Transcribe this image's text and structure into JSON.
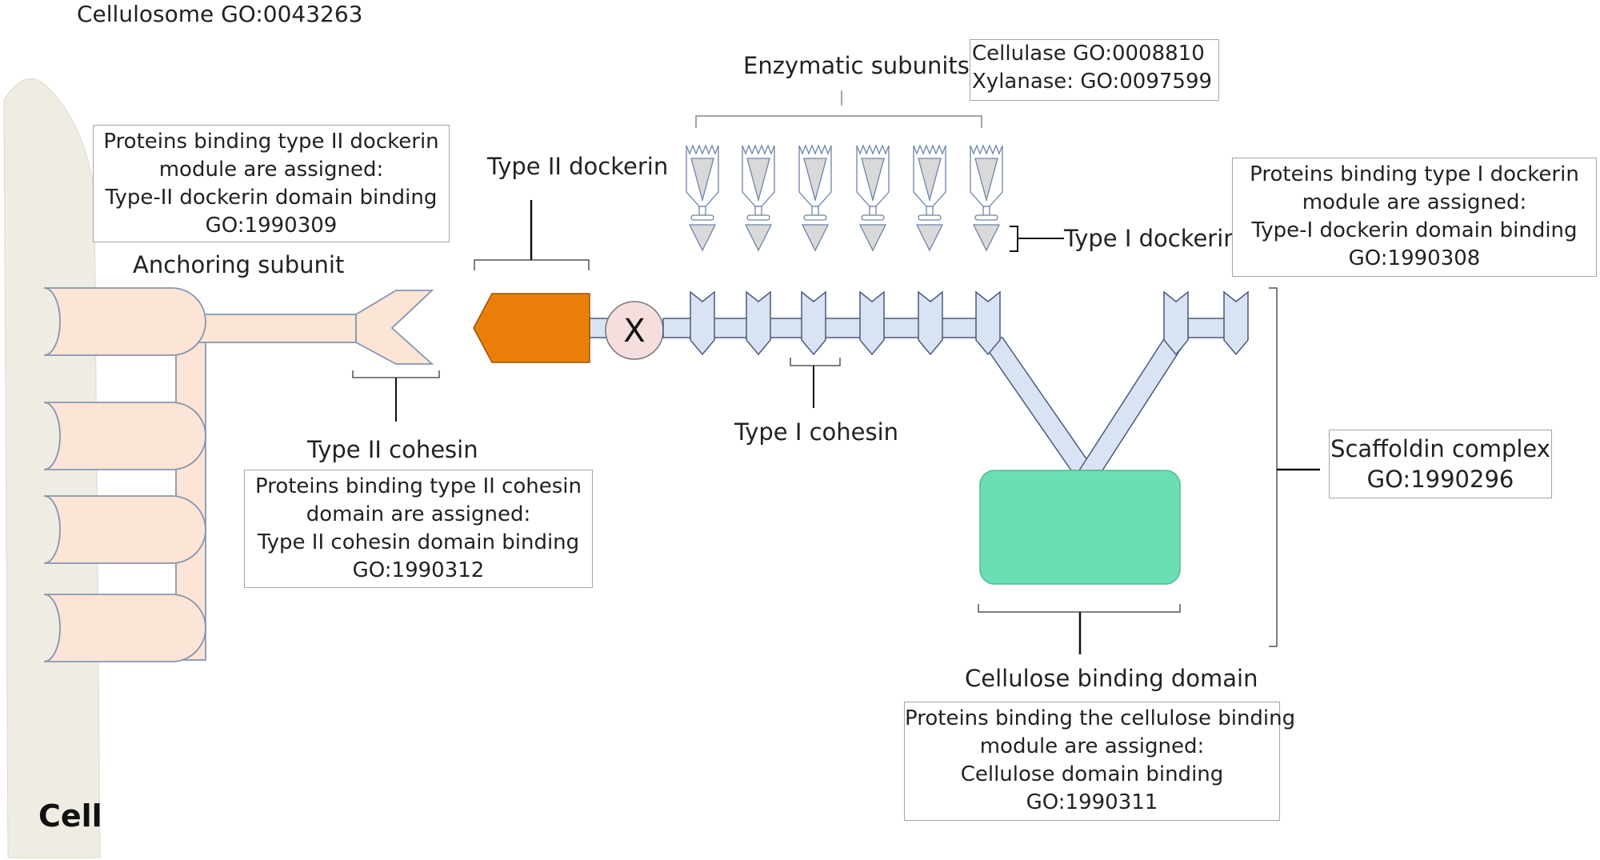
{
  "title": "Cellulosome GO:0043263",
  "cell_label": "Cell",
  "labels": {
    "enzymatic_subunits": "Enzymatic subunits",
    "type2_dockerin": "Type II dockerin",
    "anchoring_subunit": "Anchoring subunit",
    "type1_dockerin": "Type I dockerin",
    "type2_cohesin": "Type II cohesin",
    "type1_cohesin": "Type I  cohesin",
    "cellulose_binding_domain": "Cellulose binding domain",
    "x_module": "X"
  },
  "boxes": {
    "enzymes": {
      "line1": "Cellulase  GO:0008810",
      "line2": "Xylanase: GO:0097599"
    },
    "type2_dockerin": {
      "line1": "Proteins binding type II dockerin",
      "line2": "module are assigned:",
      "line3": "Type-II dockerin domain binding",
      "line4": "GO:1990309"
    },
    "type1_dockerin": {
      "line1": "Proteins binding type I dockerin",
      "line2": "module are assigned:",
      "line3": "Type-I dockerin domain binding",
      "line4": "GO:1990308"
    },
    "type2_cohesin": {
      "line1": "Proteins binding type II cohesin",
      "line2": "domain are assigned:",
      "line3": "Type II cohesin domain binding",
      "line4": "GO:1990312"
    },
    "scaffoldin": {
      "line1": "Scaffoldin complex",
      "line2": "GO:1990296"
    },
    "cellulose": {
      "line1": "Proteins binding the cellulose binding",
      "line2": "module are assigned:",
      "line3": "Cellulose domain binding",
      "line4": "GO:1990311"
    }
  },
  "colors": {
    "cell": "#efece4",
    "anchoring": "#fce4d6",
    "anchoring_stroke": "#8497b0",
    "scaffold": "#dae3f3",
    "scaffold_stroke": "#4a5a7a",
    "dockerin_type2": "#e97f08",
    "x_module": "#f6dede",
    "cbd": "#6bdfb3",
    "enzyme": "#d9d9d9"
  }
}
